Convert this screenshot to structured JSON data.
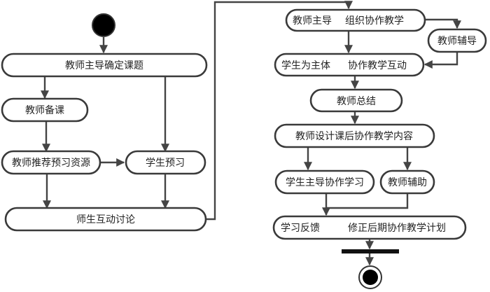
{
  "diagram": {
    "type": "activity-diagram",
    "start": {
      "label": ""
    },
    "end": {
      "label": ""
    },
    "nodes": {
      "n1": "教师主导确定课题",
      "n2": "教师备课",
      "n3": "教师推荐预习资源",
      "n4": "学生预习",
      "n5": "师生互动讨论",
      "n6a": "教师主导",
      "n6b": "组织协作教学",
      "n7": "教师辅导",
      "n8a": "学生为主体",
      "n8b": "协作教学互动",
      "n9": "教师总结",
      "n10": "教师设计课后协作教学内容",
      "n11": "学生主导协作学习",
      "n12": "教师辅助",
      "n13a": "学习反馈",
      "n13b": "修正后期协作教学计划"
    },
    "edges": [
      [
        "start",
        "n1"
      ],
      [
        "n1",
        "n2"
      ],
      [
        "n1",
        "n4"
      ],
      [
        "n2",
        "n3"
      ],
      [
        "n3",
        "n4"
      ],
      [
        "n3",
        "n5"
      ],
      [
        "n4",
        "n5"
      ],
      [
        "n5",
        "n6"
      ],
      [
        "n6",
        "n7"
      ],
      [
        "n6",
        "n8"
      ],
      [
        "n7",
        "n8"
      ],
      [
        "n8",
        "n9"
      ],
      [
        "n9",
        "n10"
      ],
      [
        "n10",
        "n11"
      ],
      [
        "n10",
        "n12"
      ],
      [
        "n11",
        "n13"
      ],
      [
        "n12",
        "n13"
      ],
      [
        "n13",
        "join-bar"
      ],
      [
        "join-bar",
        "end"
      ]
    ]
  }
}
